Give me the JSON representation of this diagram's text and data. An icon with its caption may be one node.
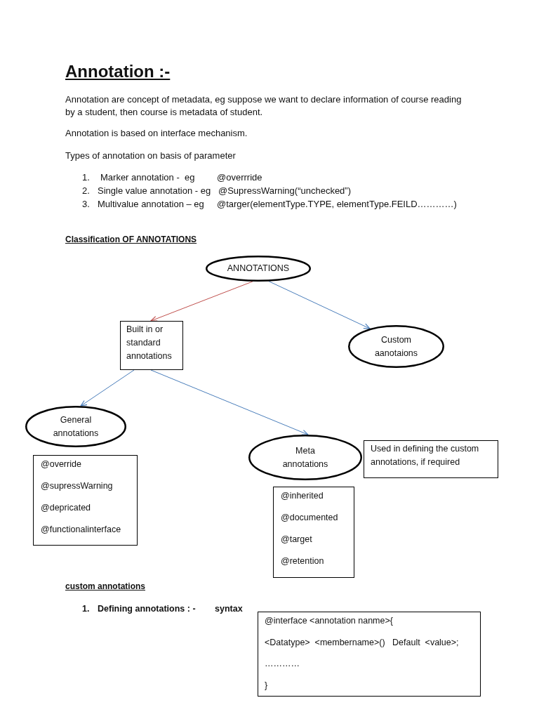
{
  "diagram": {
    "title": "Annotation :-",
    "nodes": [
      {
        "text": [
          "ANNOTATIONS"
        ]
      },
      {
        "text": [
          "Built in or standard annotations"
        ]
      },
      {
        "text": [
          "Custom aanotaions"
        ]
      },
      {
        "text": [
          "General annotations"
        ]
      },
      {
        "text": [
          "Meta annotations"
        ]
      },
      {
        "text": [
          "Used in defining the custom annotations, if required"
        ]
      },
      {
        "text": [
          "@override",
          "@supressWarning",
          "@depricated",
          "@functionalinterface"
        ]
      },
      {
        "text": [
          "@inherited",
          "@documented",
          "@target",
          "@retention"
        ]
      },
      {
        "text": [
          "@interface <annotation nanme>{",
          "<Datatype>  <membername>()   Default  <value>;",
          "…………",
          "}"
        ]
      }
    ],
    "edges": [
      {
        "from": 0,
        "to": 1,
        "arrow": "to",
        "color": "#c0504d"
      },
      {
        "from": 0,
        "to": 2,
        "arrow": "to"
      },
      {
        "from": 1,
        "to": 3,
        "arrow": "to"
      },
      {
        "from": 1,
        "to": 4,
        "arrow": "to"
      }
    ],
    "labels": [
      "Annotation are concept of metadata, eg suppose we want to declare information of course reading by a student, then course is metadata of student.",
      "Annotation is based on interface mechanism.",
      "Types of annotation on basis of parameter",
      "1.",
      "Marker annotation -  eg",
      "@overrride",
      "2.",
      "Single value annotation - eg",
      "@SupressWarning(“unchecked”)",
      "3.",
      "Multivalue annotation – eg",
      "@targer(elementType.TYPE, elementType.FEILD…………)",
      "Classification OF ANNOTATIONS",
      "custom annotations",
      "1.",
      "Defining annotations : -",
      "syntax"
    ]
  }
}
